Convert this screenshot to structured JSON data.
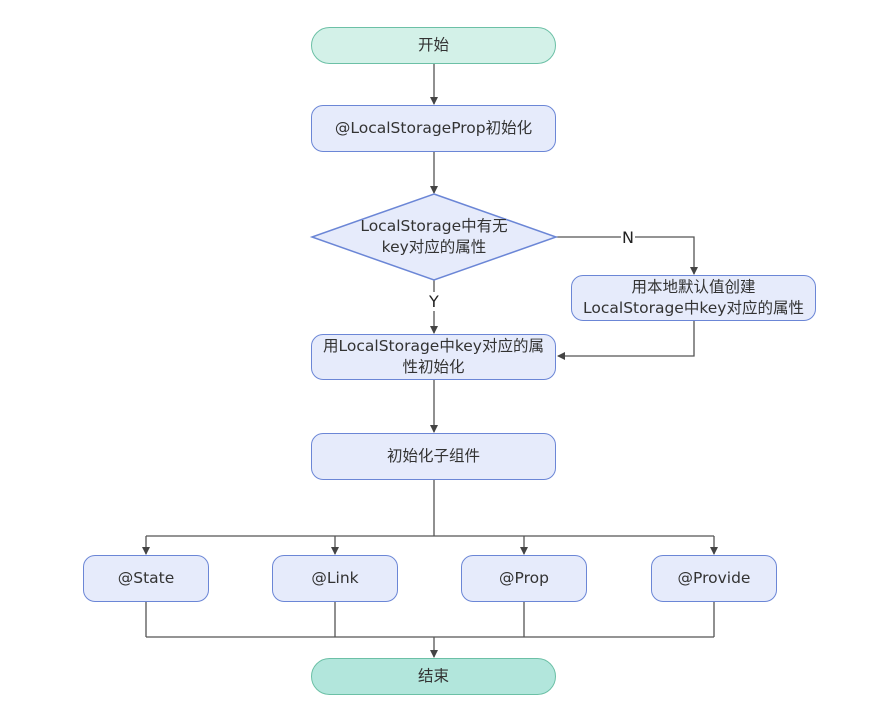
{
  "diagram": {
    "start": "开始",
    "init_prop": "@LocalStorageProp初始化",
    "decision_line1": "LocalStorage中有无",
    "decision_line2": "key对应的属性",
    "label_no": "N",
    "label_yes": "Y",
    "create_line1": "用本地默认值创建",
    "create_line2": "LocalStorage中key对应的属性",
    "init_from_line1": "用LocalStorage中key对应的属",
    "init_from_line2": "性初始化",
    "init_children": "初始化子组件",
    "children": [
      "@State",
      "@Link",
      "@Prop",
      "@Provide"
    ],
    "end": "结束"
  },
  "colors": {
    "process_fill": "#e6ebfb",
    "process_border": "#6b86d6",
    "start_fill": "#d3f1e8",
    "end_fill": "#b2e6dc",
    "terminal_border": "#6cc0a6",
    "edge": "#444444"
  }
}
